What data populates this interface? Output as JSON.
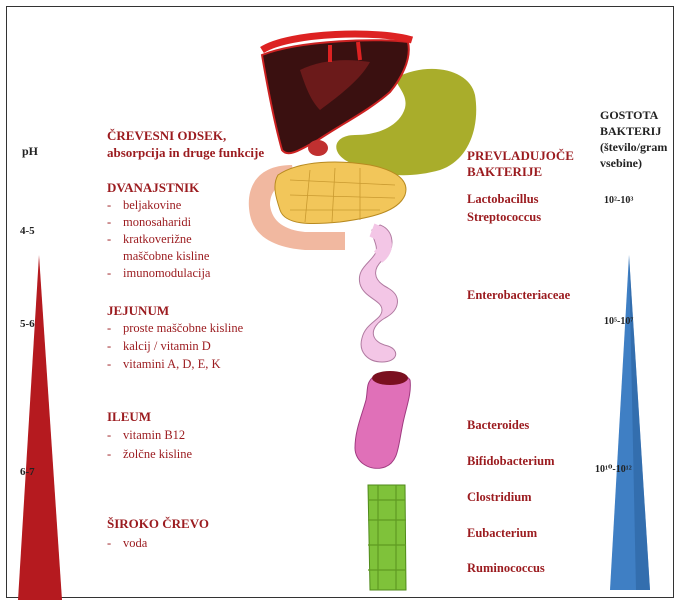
{
  "ph": {
    "header": "pH",
    "duodenum": "4-5",
    "jejunum": "5-6",
    "colon": "6-7"
  },
  "section_header": {
    "line1": "ČREVESNI ODSEK,",
    "line2": "absorpcija in druge funkcije"
  },
  "sections": {
    "duodenum": {
      "title": "DVANAJSTNIK",
      "items": [
        "beljakovine",
        "monosaharidi",
        "kratkoverižne",
        "imunomodulacija"
      ],
      "continuation": "maščobne kisline"
    },
    "jejunum": {
      "title": "JEJUNUM",
      "items": [
        "proste maščobne kisline",
        "kalcij / vitamin D",
        "vitamini A, D, E, K"
      ]
    },
    "ileum": {
      "title": "ILEUM",
      "items": [
        "vitamin B12",
        "žolčne kisline"
      ]
    },
    "colon": {
      "title": "ŠIROKO ČREVO",
      "items": [
        "voda"
      ]
    }
  },
  "bacteria": {
    "header1": "PREVLADUJOČE",
    "header2": "BAKTERIJE",
    "duodenum": [
      "Lactobacillus",
      "Streptococcus"
    ],
    "jejunum": [
      "Enterobacteriaceae"
    ],
    "colon": [
      "Bacteroides",
      "Bifidobacterium",
      "Clostridium",
      "Eubacterium",
      "Ruminococcus"
    ]
  },
  "density": {
    "header": [
      "GOSTOTA",
      "BAKTERIJ",
      "(število/gram",
      "vsebine)"
    ],
    "duodenum": "10²-10³",
    "jejunum": "10⁵-10⁷",
    "colon": "10¹⁰-10¹²"
  },
  "colors": {
    "text_red": "#9b1b1f",
    "ph_wedge": "#b51a1f",
    "density_wedge": "#3f7fc4",
    "liver": "#3a1010",
    "stomach": "#a9ad2b",
    "pancreas": "#f2c65a",
    "duodenum": "#f1b8a0",
    "jejunum": "#f3c6e6",
    "ileum": "#e070b8",
    "colon": "#7fc23a"
  }
}
